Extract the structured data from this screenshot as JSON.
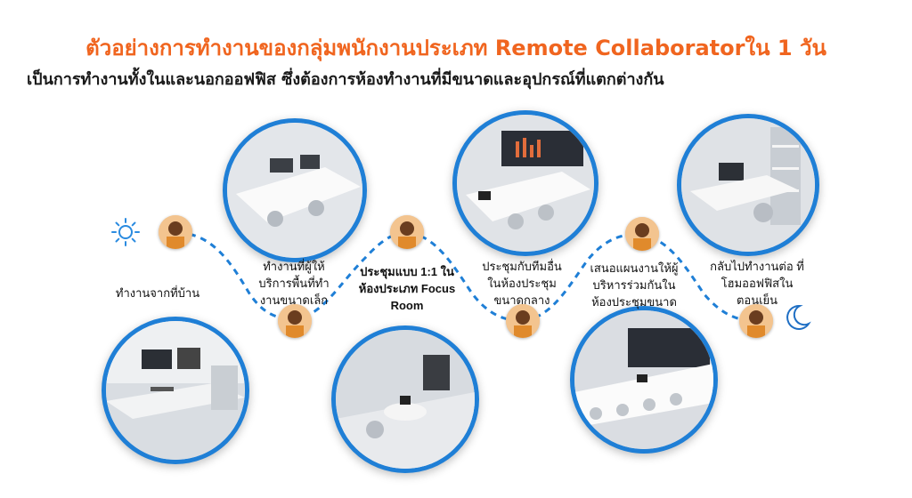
{
  "header": {
    "title": "ตัวอย่างการทำงานของกลุ่มพนักงานประเภท Remote Collaboratorใน 1 วัน",
    "subtitle": "เป็นการทำงานทั้งในและนอกออฟฟิส ซึ่งต้องการห้องทำงานที่มีขนาดและอุปกรณ์ที่แตกต่างกัน"
  },
  "steps": [
    {
      "label": "ทำงานจากที่บ้าน"
    },
    {
      "label": "ทำงานที่ผู้ให้ บริการพื้นที่ทำ งานขนาดเล็ก"
    },
    {
      "label": "ประชุมแบบ 1:1 ในห้องประเภท Focus Room"
    },
    {
      "label": "ประชุมกับทีมอื่น ในห้องประชุม ขนาดกลาง"
    },
    {
      "label": "เสนอแผนงานให้ผู้ บริหารร่วมกันใน ห้องประชุมขนาด"
    },
    {
      "label": "กลับไปทำงานต่อ ที่โฮมออฟฟิสใน ตอนเย็น"
    }
  ],
  "icons": {
    "start": "sun-icon",
    "end": "moon-icon"
  },
  "colors": {
    "accent": "#f0651f",
    "path": "#1f7fd6",
    "ring": "#1f7fd6"
  }
}
